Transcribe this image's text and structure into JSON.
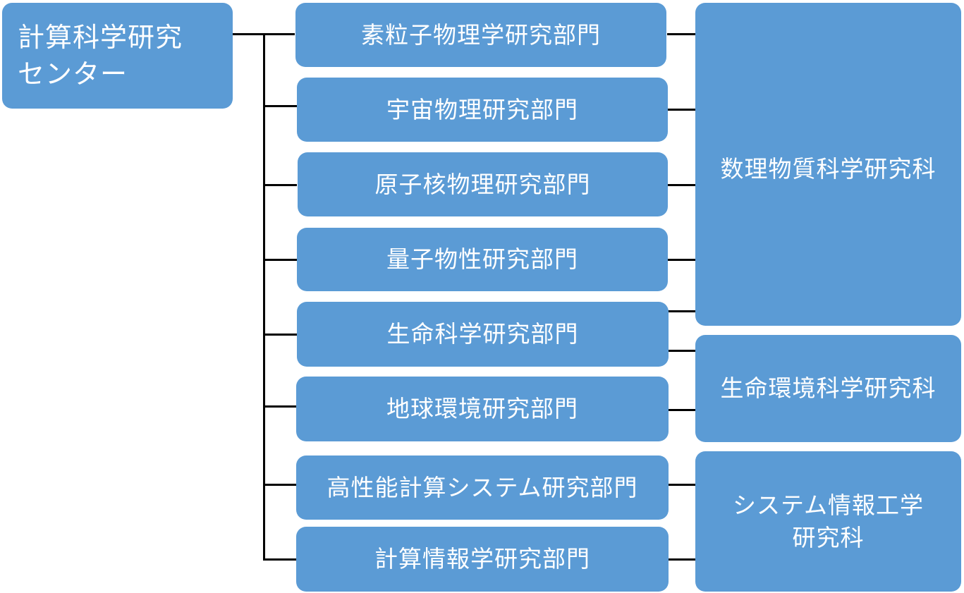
{
  "colors": {
    "box_fill": "#5b9bd5",
    "text": "#ffffff",
    "connector": "#000000"
  },
  "root": {
    "lines": [
      "計算科学研究",
      "センター"
    ]
  },
  "departments": [
    "素粒子物理学研究部門",
    "宇宙物理研究部門",
    "原子核物理研究部門",
    "量子物性研究部門",
    "生命科学研究部門",
    "地球環境研究部門",
    "高性能計算システム研究部門",
    "計算情報学研究部門"
  ],
  "graduate_schools": [
    {
      "lines": [
        "数理物質科学研究科"
      ]
    },
    {
      "lines": [
        "生命環境科学研究科"
      ]
    },
    {
      "lines": [
        "システム情報工学",
        "研究科"
      ]
    }
  ]
}
